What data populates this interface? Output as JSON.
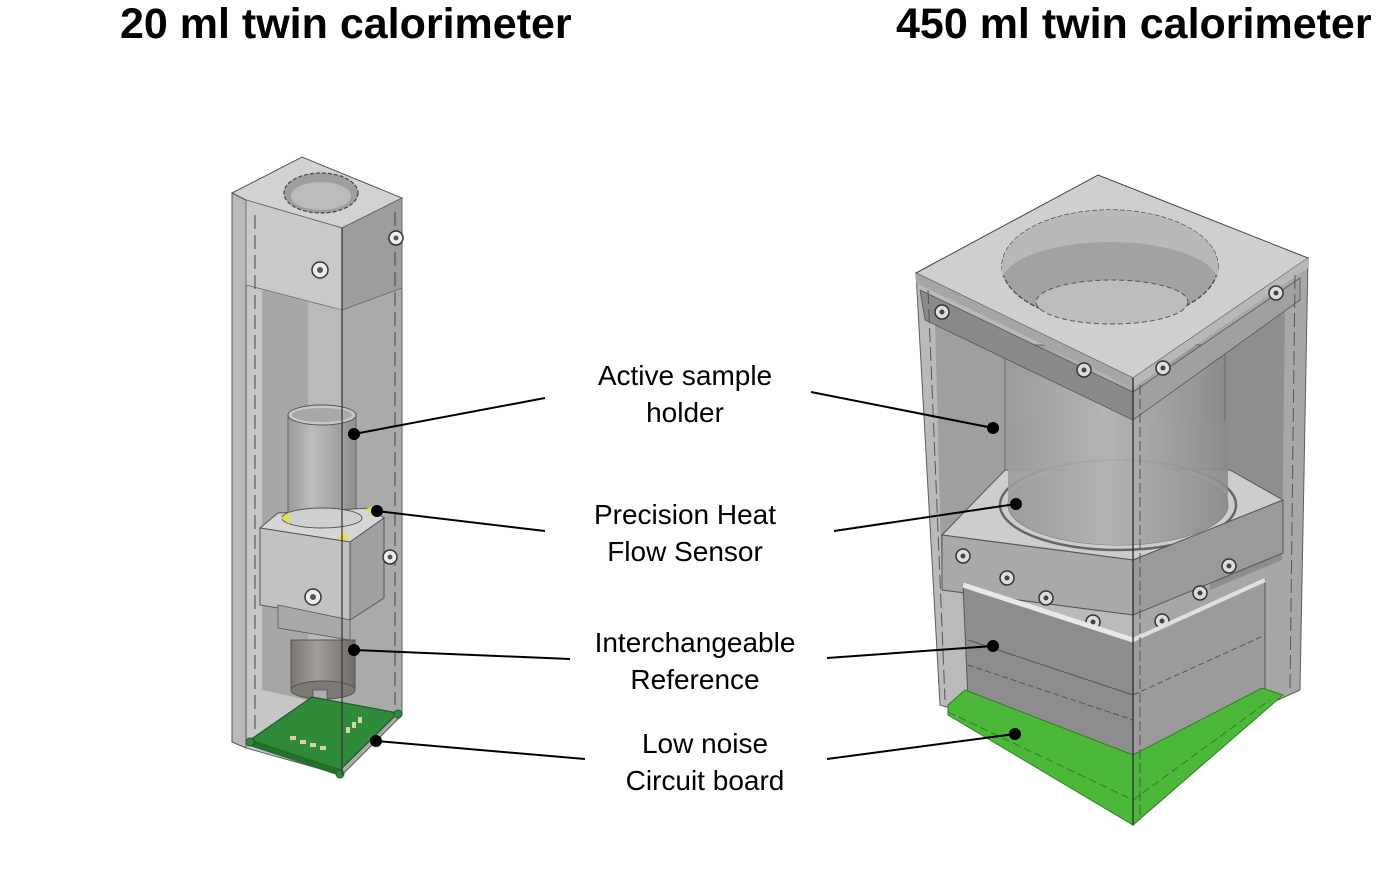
{
  "figure": {
    "left_device": {
      "title": "20 ml twin calorimeter"
    },
    "right_device": {
      "title": "450 ml twin calorimeter"
    },
    "labels": [
      {
        "id": "active-sample-holder",
        "lines": [
          "Active sample",
          "holder"
        ]
      },
      {
        "id": "precision-heat-flow-sensor",
        "lines": [
          "Precision Heat",
          "Flow Sensor"
        ]
      },
      {
        "id": "interchangeable-reference",
        "lines": [
          "Interchangeable",
          "Reference"
        ]
      },
      {
        "id": "low-noise-circuit-board",
        "lines": [
          "Low noise",
          "Circuit board"
        ]
      }
    ],
    "colors": {
      "housing_light": "#c8c8c8",
      "housing_mid": "#a9a9a9",
      "housing_dark": "#8a8a8a",
      "circuit_board_small": "#2f8a3a",
      "circuit_board_large": "#4cb83a",
      "sensor_marker": "#e6e04a",
      "leader_line": "#000000"
    }
  }
}
